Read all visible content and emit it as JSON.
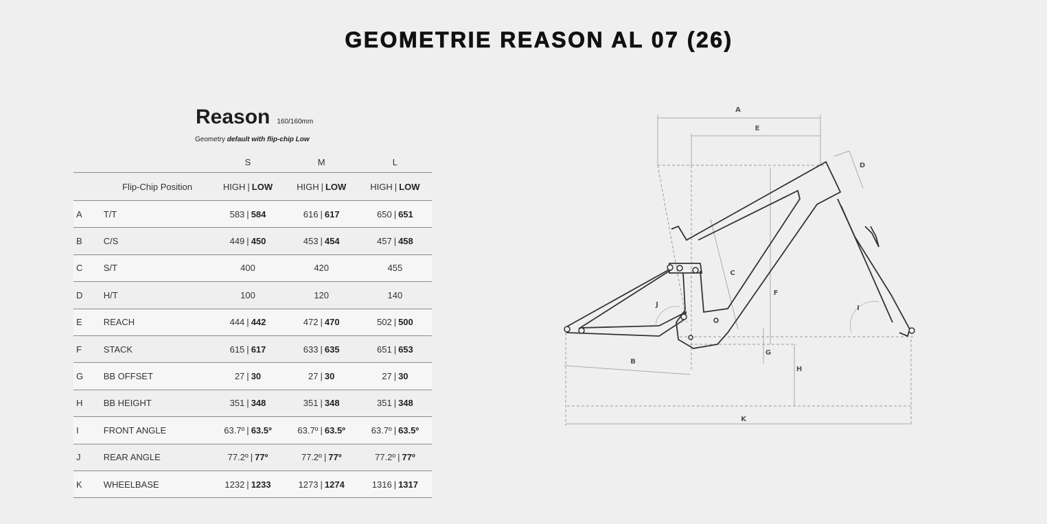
{
  "page": {
    "title": "GEOMETRIE REASON AL 07 (26)"
  },
  "model": {
    "name": "Reason",
    "travel": "160/160mm",
    "note_prefix": "Geometry",
    "note_emphasis": "default with flip-chip Low"
  },
  "table": {
    "sizes": [
      "S",
      "M",
      "L"
    ],
    "flip_chip_label": "Flip-Chip Position",
    "flip_chip_high": "HIGH",
    "flip_chip_low": "LOW",
    "separator": "|",
    "rows": [
      {
        "letter": "A",
        "name": "T/T",
        "values": [
          {
            "high": "583",
            "low": "584"
          },
          {
            "high": "616",
            "low": "617"
          },
          {
            "high": "650",
            "low": "651"
          }
        ]
      },
      {
        "letter": "B",
        "name": "C/S",
        "values": [
          {
            "high": "449",
            "low": "450"
          },
          {
            "high": "453",
            "low": "454"
          },
          {
            "high": "457",
            "low": "458"
          }
        ]
      },
      {
        "letter": "C",
        "name": "S/T",
        "values": [
          {
            "single": "400"
          },
          {
            "single": "420"
          },
          {
            "single": "455"
          }
        ]
      },
      {
        "letter": "D",
        "name": "H/T",
        "values": [
          {
            "single": "100"
          },
          {
            "single": "120"
          },
          {
            "single": "140"
          }
        ]
      },
      {
        "letter": "E",
        "name": "REACH",
        "values": [
          {
            "high": "444",
            "low": "442"
          },
          {
            "high": "472",
            "low": "470"
          },
          {
            "high": "502",
            "low": "500"
          }
        ]
      },
      {
        "letter": "F",
        "name": "STACK",
        "values": [
          {
            "high": "615",
            "low": "617"
          },
          {
            "high": "633",
            "low": "635"
          },
          {
            "high": "651",
            "low": "653"
          }
        ]
      },
      {
        "letter": "G",
        "name": "BB OFFSET",
        "values": [
          {
            "high": "27",
            "low": "30"
          },
          {
            "high": "27",
            "low": "30"
          },
          {
            "high": "27",
            "low": "30"
          }
        ]
      },
      {
        "letter": "H",
        "name": "BB HEIGHT",
        "values": [
          {
            "high": "351",
            "low": "348"
          },
          {
            "high": "351",
            "low": "348"
          },
          {
            "high": "351",
            "low": "348"
          }
        ]
      },
      {
        "letter": "I",
        "name": "FRONT ANGLE",
        "values": [
          {
            "high": "63.7º",
            "low": "63.5º"
          },
          {
            "high": "63.7º",
            "low": "63.5º"
          },
          {
            "high": "63.7º",
            "low": "63.5º"
          }
        ]
      },
      {
        "letter": "J",
        "name": "REAR ANGLE",
        "values": [
          {
            "high": "77.2º",
            "low": "77º"
          },
          {
            "high": "77.2º",
            "low": "77º"
          },
          {
            "high": "77.2º",
            "low": "77º"
          }
        ]
      },
      {
        "letter": "K",
        "name": "WHEELBASE",
        "values": [
          {
            "high": "1232",
            "low": "1233"
          },
          {
            "high": "1273",
            "low": "1274"
          },
          {
            "high": "1316",
            "low": "1317"
          }
        ]
      }
    ]
  },
  "diagram": {
    "labels": {
      "A": "A",
      "B": "B",
      "C": "C",
      "D": "D",
      "E": "E",
      "F": "F",
      "G": "G",
      "H": "H",
      "I": "I",
      "J": "J",
      "K": "K"
    }
  }
}
